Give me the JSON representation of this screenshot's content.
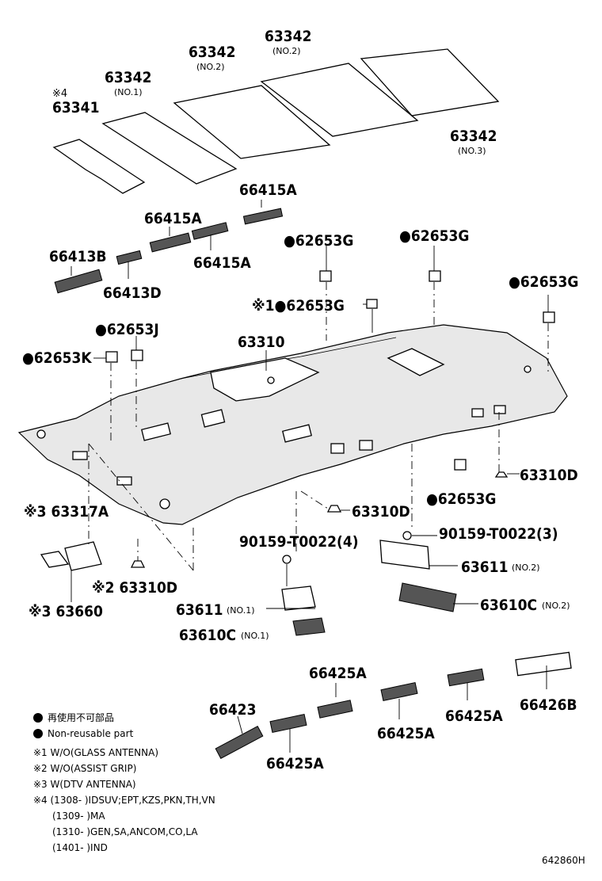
{
  "diagram": {
    "labels": {
      "p63341": "63341",
      "p63341_note": "※4",
      "p63342_no1": "63342",
      "p63342_no1_sub": "(NO.1)",
      "p63342_no2a": "63342",
      "p63342_no2a_sub": "(NO.2)",
      "p63342_no2b": "63342",
      "p63342_no2b_sub": "(NO.2)",
      "p63342_no3": "63342",
      "p63342_no3_sub": "(NO.3)",
      "p66415A_1": "66415A",
      "p66415A_2": "66415A",
      "p66415A_3": "66415A",
      "p66413B": "66413B",
      "p66413D": "66413D",
      "p62653G_1": "●62653G",
      "p62653G_2": "●62653G",
      "p62653G_3": "●62653G",
      "p62653G_4": "※1●62653G",
      "p62653G_5": "●62653G",
      "p62653J": "●62653J",
      "p62653K": "●62653K",
      "p63310": "63310",
      "p63310D_1": "63310D",
      "p63310D_2": "63310D",
      "p63310D_3": "※2 63310D",
      "p63317A": "※3 63317A",
      "p63660": "※3 63660",
      "p90159_4": "90159-T0022(4)",
      "p90159_3": "90159-T0022(3)",
      "p63611_no1": "63611",
      "p63611_no1_sub": "(NO.1)",
      "p63611_no2": "63611",
      "p63611_no2_sub": "(NO.2)",
      "p63610C_no1": "63610C",
      "p63610C_no1_sub": "(NO.1)",
      "p63610C_no2": "63610C",
      "p63610C_no2_sub": "(NO.2)",
      "p66425A_1": "66425A",
      "p66425A_2": "66425A",
      "p66425A_3": "66425A",
      "p66425A_4": "66425A",
      "p66423": "66423",
      "p66426B": "66426B"
    },
    "legend": {
      "item1": "再使用不可部品",
      "item2": "Non-reusable part"
    },
    "notes": {
      "n1": "※1 W/O(GLASS ANTENNA)",
      "n2": "※2 W/O(ASSIST GRIP)",
      "n3": "※3 W(DTV ANTENNA)",
      "n4a": "※4 (1308-          )IDSUV;EPT,KZS,PKN,TH,VN",
      "n4b": "(1309-          )MA",
      "n4c": "(1310-          )GEN,SA,ANCOM,CO,LA",
      "n4d": "(1401-          )IND"
    },
    "figure_code": "642860H"
  }
}
